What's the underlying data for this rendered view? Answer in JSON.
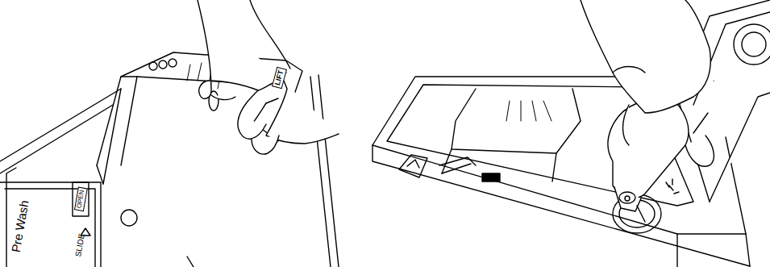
{
  "diagram": {
    "labels": [
      "Pre Wash",
      "SLIDE",
      "OPEN",
      "LIFT"
    ]
  }
}
